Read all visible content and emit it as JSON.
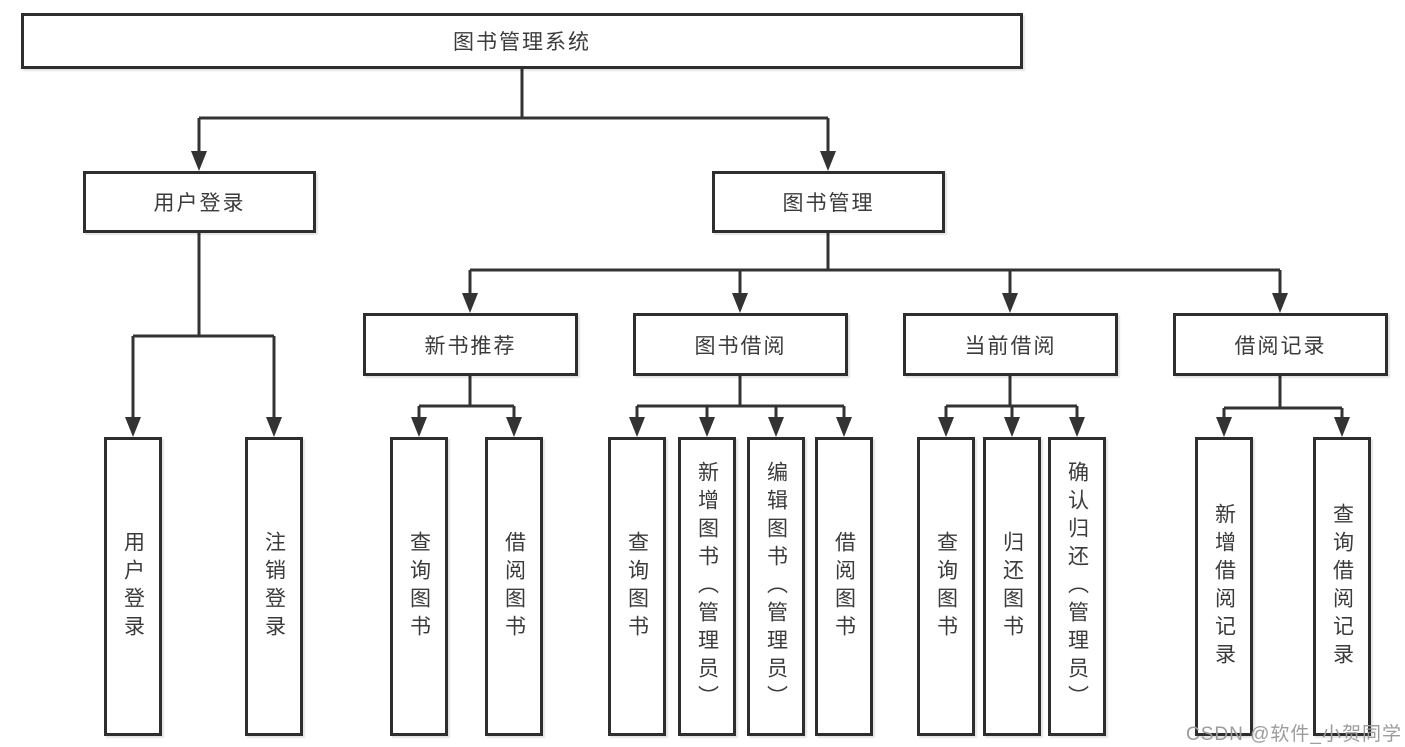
{
  "diagram": {
    "root_label": "图书管理系统",
    "branches": [
      {
        "label": "用户登录",
        "children": [
          {
            "label": "用户登录"
          },
          {
            "label": "注销登录"
          }
        ]
      },
      {
        "label": "图书管理",
        "children": [
          {
            "label": "新书推荐",
            "children": [
              {
                "label": "查询图书"
              },
              {
                "label": "借阅图书"
              }
            ]
          },
          {
            "label": "图书借阅",
            "children": [
              {
                "label": "查询图书"
              },
              {
                "label": "新增图书（管理员）"
              },
              {
                "label": "编辑图书（管理员）"
              },
              {
                "label": "借阅图书"
              }
            ]
          },
          {
            "label": "当前借阅",
            "children": [
              {
                "label": "查询图书"
              },
              {
                "label": "归还图书"
              },
              {
                "label": "确认归还（管理员）"
              }
            ]
          },
          {
            "label": "借阅记录",
            "children": [
              {
                "label": "新增借阅记录"
              },
              {
                "label": "查询借阅记录"
              }
            ]
          }
        ]
      }
    ],
    "watermark": "CSDN @软件_小贺同学",
    "colors": {
      "line": "#333333",
      "box_border": "#2e2e2e",
      "text": "#3b3b3b",
      "background": "#ffffff",
      "watermark": "#9c9c9c"
    }
  }
}
